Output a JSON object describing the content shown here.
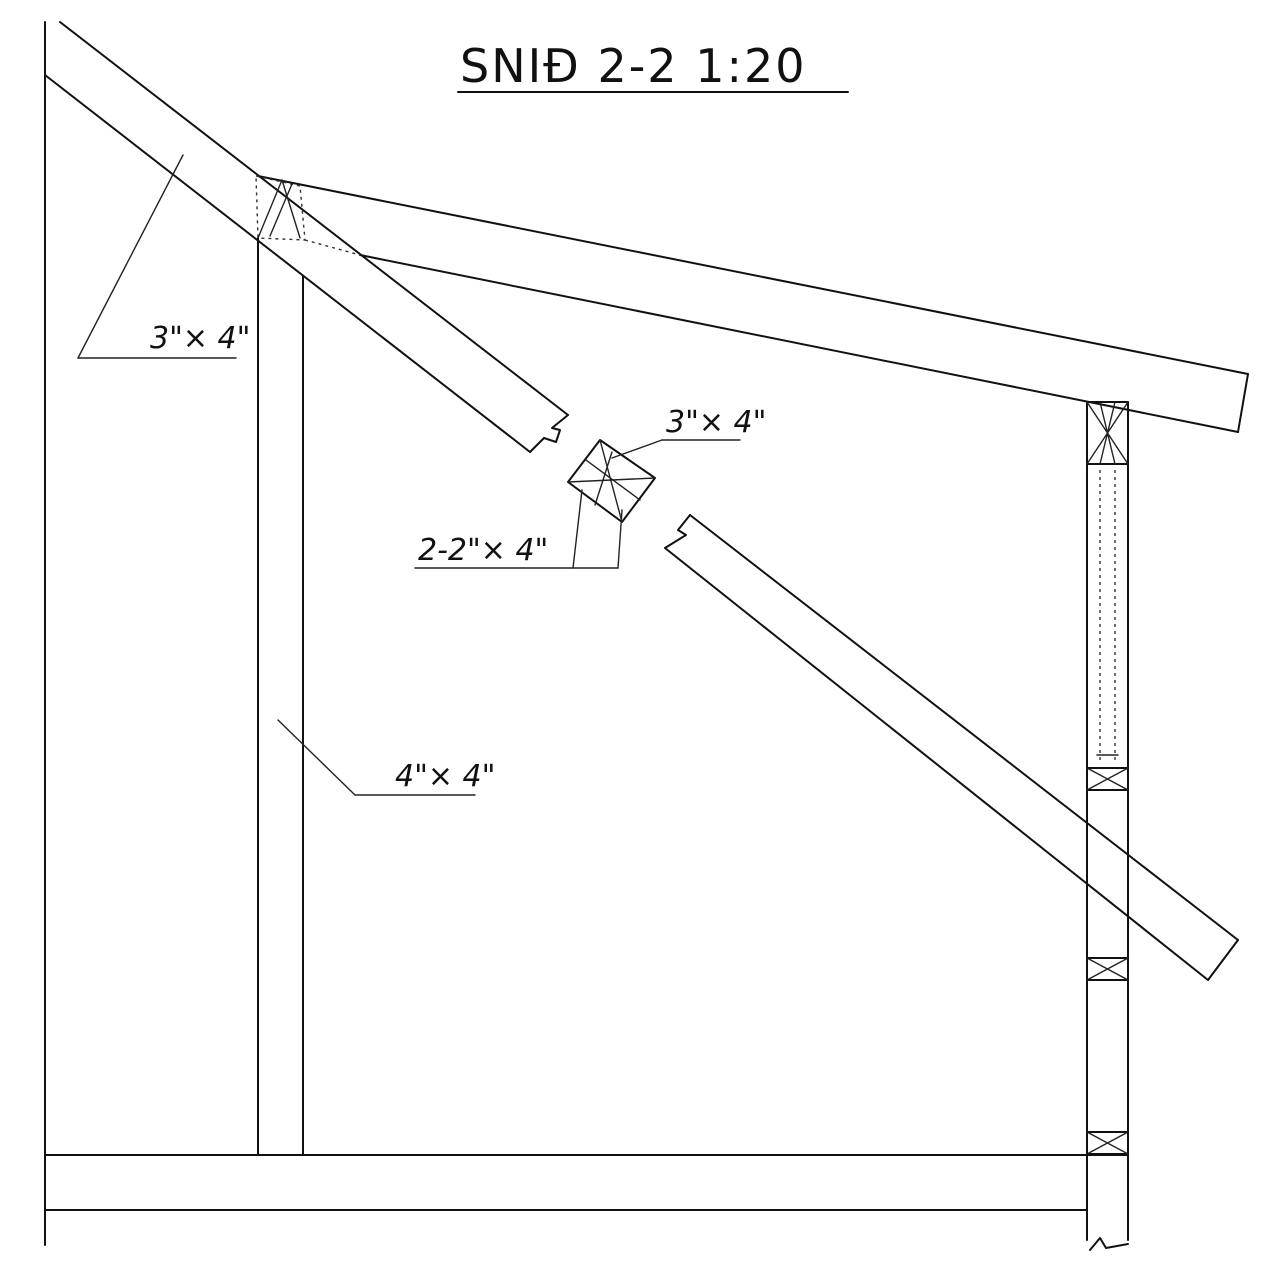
{
  "title": "SNIĐ 2-2   1:20",
  "labels": {
    "top_left_member": "3\"× 4\"",
    "ridge_block": "3\"× 4\"",
    "collar_pair": "2-2\"× 4\"",
    "post": "4\"× 4\""
  },
  "colors": {
    "ink": "#111111",
    "paper": "#ffffff"
  }
}
